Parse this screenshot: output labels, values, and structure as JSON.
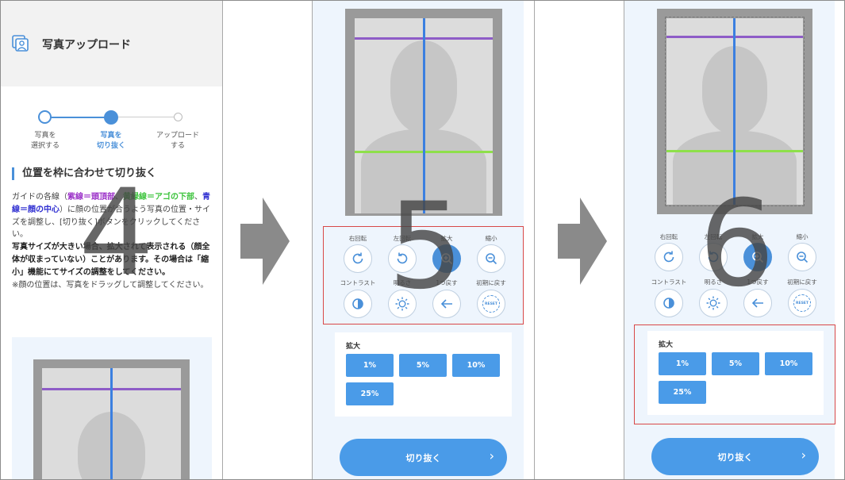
{
  "panel4": {
    "header_title": "写真アップロード",
    "steps": [
      {
        "label": "写真を\n選択する"
      },
      {
        "label": "写真を\n切り抜く"
      },
      {
        "label": "アップロード\nする"
      }
    ],
    "section_title": "位置を枠に合わせて切り抜く",
    "instr": {
      "t1": "ガイドの各線（",
      "purple": "紫線＝頭頂部",
      "t2": "、",
      "green": "黄緑線＝アゴの下部",
      "t3": "、",
      "blue": "青線＝顔の中心",
      "t4": "）に顔の位置が合うよう写真の位置・サイズを調整し、[切り抜く]ボタンをクリックしてください。",
      "bold": "写真サイズが大きい場合、拡大されて表示される（顔全体が収まっていない）ことがあります。その場合は「縮小」機能にてサイズの調整をしてください。",
      "note": "※顔の位置は、写真をドラッグして調整してください。"
    },
    "step_number": "4"
  },
  "toolbar": {
    "labels": [
      "右回転",
      "左回転",
      "拡大",
      "縮小",
      "コントラスト",
      "明るさ",
      "1つ戻す",
      "初期に戻す"
    ],
    "icons": [
      "rotate-right-icon",
      "rotate-left-icon",
      "zoom-in-icon",
      "zoom-out-icon",
      "contrast-icon",
      "brightness-icon",
      "undo-arrow-icon",
      "reset-icon"
    ],
    "reset_text": "RESET"
  },
  "zoom": {
    "title": "拡大",
    "options": [
      "1%",
      "5%",
      "10%",
      "25%"
    ]
  },
  "cut_button": "切り抜く",
  "chevron": "›",
  "panel5_number": "5",
  "panel6_number": "6",
  "colors": {
    "accent": "#4a90d9",
    "button": "#4a9be8",
    "guide_purple": "#8e5cc7",
    "guide_green": "#8ee04a",
    "guide_blue": "#3b7fe0",
    "highlight_red": "#d84848"
  }
}
